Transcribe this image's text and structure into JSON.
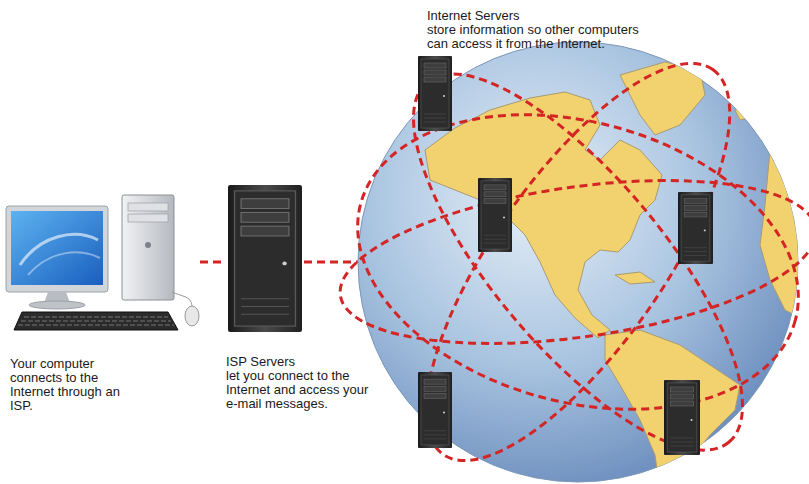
{
  "diagram": {
    "nodes": [
      {
        "text": [
          "Your computer connects to the Internet through an ISP."
        ]
      },
      {
        "text": [
          "ISP Servers",
          "let you connect to the Internet and access your e-mail messages."
        ]
      }
    ],
    "edges": [
      {
        "from": 0,
        "to": 1,
        "arrow": "none"
      }
    ],
    "labels": [
      "Internet Servers",
      "store information so other computers can access it from the Internet."
    ]
  }
}
